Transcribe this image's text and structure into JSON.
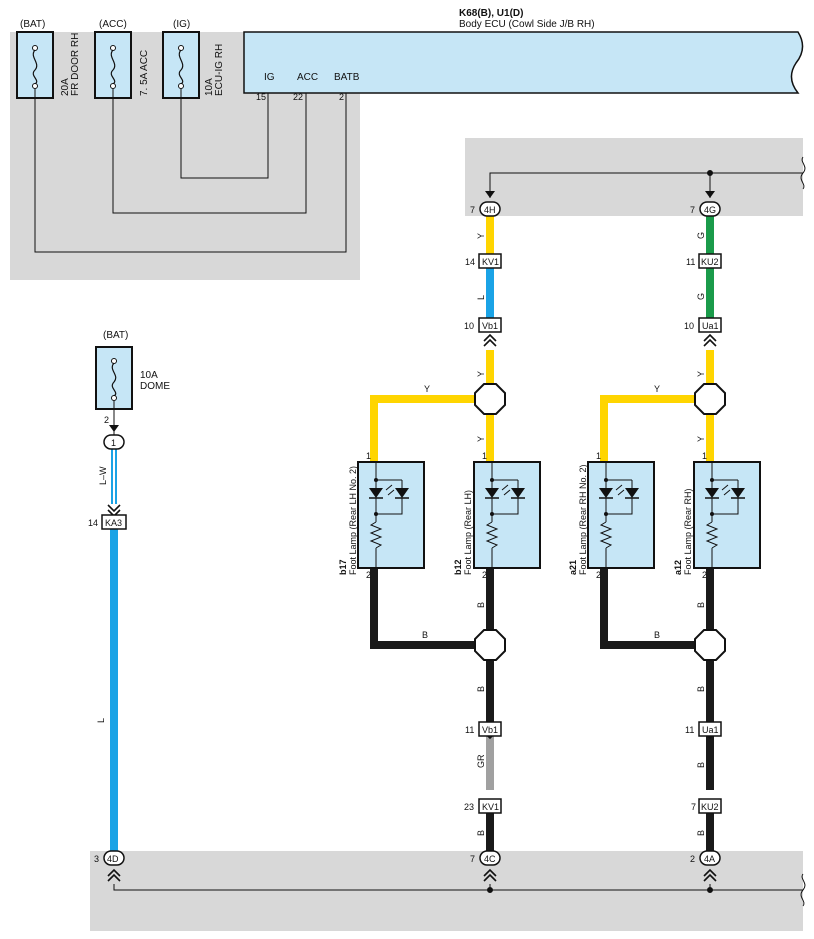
{
  "ecu": {
    "title": "K68(B), U1(D)",
    "subtitle": "Body ECU (Cowl Side J/B RH)",
    "pins": [
      {
        "name": "IG",
        "num": "15"
      },
      {
        "name": "ACC",
        "num": "22"
      },
      {
        "name": "BATB",
        "num": "2"
      }
    ]
  },
  "fuses_top": [
    {
      "source": "(BAT)",
      "rating": "20A",
      "name": "FR DOOR RH"
    },
    {
      "source": "(ACC)",
      "rating": "7. 5A ACC",
      "name": ""
    },
    {
      "source": "(IG)",
      "rating": "10A",
      "name": "ECU-IG RH"
    }
  ],
  "fuse_dome": {
    "source": "(BAT)",
    "rating": "10A",
    "name": "DOME",
    "pin": "2"
  },
  "connectors": {
    "c4H": {
      "id": "4H",
      "pin": "7"
    },
    "c4G": {
      "id": "4G",
      "pin": "7"
    },
    "c1": {
      "id": "1",
      "pin": ""
    },
    "KA3": {
      "id": "KA3",
      "pin": "14"
    },
    "KV1_top": {
      "id": "KV1",
      "pin": "14"
    },
    "KU2_top": {
      "id": "KU2",
      "pin": "11"
    },
    "Vb1_top": {
      "id": "Vb1",
      "pin": "10"
    },
    "Ua1_top": {
      "id": "Ua1",
      "pin": "10"
    },
    "Vb1_bot": {
      "id": "Vb1",
      "pin": "11"
    },
    "Ua1_bot": {
      "id": "Ua1",
      "pin": "11"
    },
    "KV1_bot": {
      "id": "KV1",
      "pin": "23"
    },
    "KU2_bot": {
      "id": "KU2",
      "pin": "7"
    },
    "c4D": {
      "id": "4D",
      "pin": "3"
    },
    "c4C": {
      "id": "4C",
      "pin": "7"
    },
    "c4A": {
      "id": "4A",
      "pin": "2"
    }
  },
  "wires": {
    "Y": "Y",
    "G": "G",
    "L": "L",
    "B": "B",
    "GR": "GR",
    "LW": "L–W"
  },
  "lamps": [
    {
      "code": "b17",
      "name": "Foot Lamp (Rear LH No. 2)",
      "pin_top": "1",
      "pin_bot": "2"
    },
    {
      "code": "b12",
      "name": "Foot Lamp (Rear LH)",
      "pin_top": "1",
      "pin_bot": "2"
    },
    {
      "code": "a21",
      "name": "Foot Lamp (Rear RH No. 2)",
      "pin_top": "1",
      "pin_bot": "2"
    },
    {
      "code": "a12",
      "name": "Foot Lamp (Rear RH)",
      "pin_top": "1",
      "pin_bot": "2"
    }
  ],
  "colors": {
    "yellow": "#ffd500",
    "green": "#1a9b4a",
    "blue": "#1aa3e6",
    "black": "#1a1a1a",
    "gray": "#a0a0a0",
    "panel": "#d8d8d8",
    "ecu": "#c6e6f6"
  }
}
